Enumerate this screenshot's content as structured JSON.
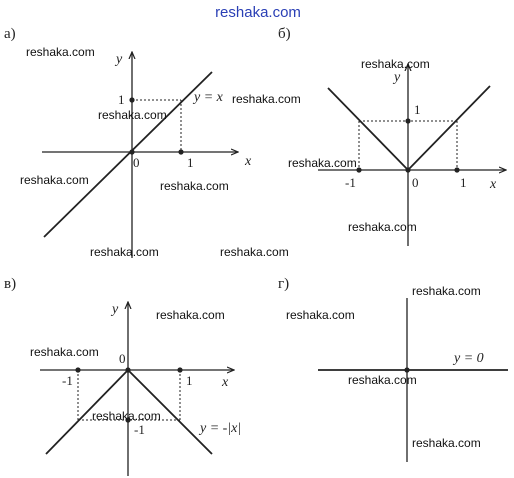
{
  "site_watermark": "reshaka.com",
  "panels": {
    "a": {
      "label": "а)",
      "y_axis": "y",
      "x_axis": "x",
      "origin": "0",
      "one_x": "1",
      "one_y": "1",
      "equation": "y = x"
    },
    "b": {
      "label": "б)",
      "y_axis": "y",
      "x_axis": "x",
      "origin": "0",
      "one_x": "1",
      "neg_one_x": "-1",
      "one_y": "1"
    },
    "v": {
      "label": "в)",
      "y_axis": "y",
      "x_axis": "x",
      "origin": "0",
      "one_x": "1",
      "neg_one_x": "-1",
      "neg_one_y": "-1",
      "equation": "y = -|x|"
    },
    "g": {
      "label": "г)",
      "equation": "y = 0"
    }
  }
}
